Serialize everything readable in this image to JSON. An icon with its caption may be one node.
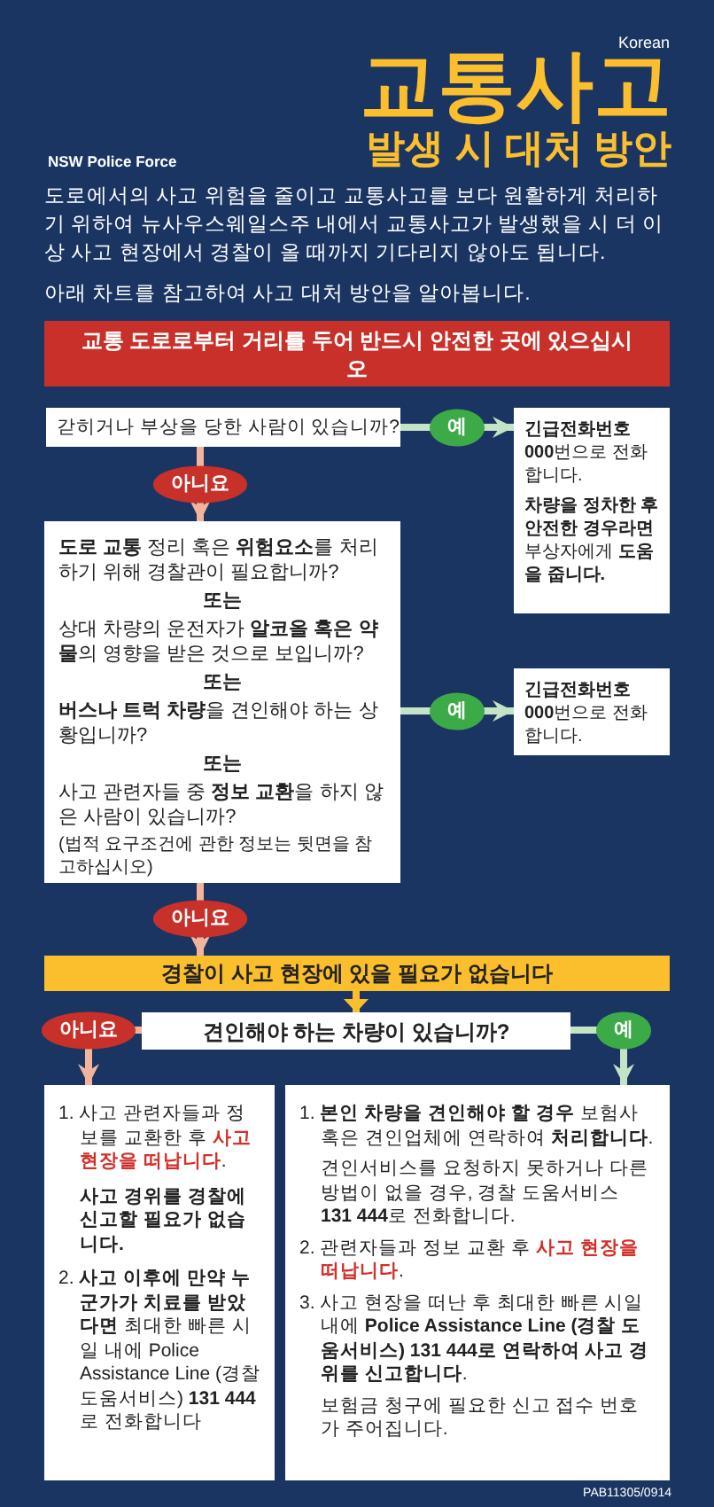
{
  "diagram": {
    "title": "교통사고",
    "nodes": [
      {
        "text": [
          "교통 도로로부터 거리를 두어 반드시 안전한 곳에 있으십시오"
        ]
      },
      {
        "text": [
          "갇히거나 부상을 당한 사람이 있습니까?"
        ]
      },
      {
        "text": [
          "**긴급전화번호 000**번으로 전화합니다.",
          "**차량을 정차한 후 안전한 경우라면** 부상자에게 **도움을 줍니다.**"
        ]
      },
      {
        "text": [
          "**도로 교통** 정리 혹은 **위험요소**를 처리하기 위해 경찰관이 필요합니까?",
          "또는",
          "상대 차량의 운전자가 **알코올 혹은 약물**의 영향을 받은 것으로 보입니까?",
          "또는",
          "**버스나 트럭 차량**을 견인해야 하는 상황입니까?",
          "또는",
          "사고 관련자들 중 **정보 교환**을 하지 않은 사람이 있습니까?",
          "(법적 요구조건에 관한 정보는 뒷면을 참고하십시오)"
        ]
      },
      {
        "text": [
          "**긴급전화번호 000**번으로 전화합니다."
        ]
      },
      {
        "text": [
          "경찰이 사고 현장에 있을 필요가 없습니다"
        ]
      },
      {
        "text": [
          "견인해야 하는 차량이 있습니까?"
        ]
      },
      {
        "text": [
          "1. 사고 관련자들과 정보를 교환한 후 **사고 현장을 떠납니다**.",
          "사고 경위를 경찰에 신고할 필요가 없습니다.",
          "2. **사고 이후에 만약 누군가가 치료를 받았다면** 최대한 빠른 시일 내에 Police Assistance Line (경찰 도움서비스) **131 444**로 전화합니다"
        ]
      },
      {
        "text": [
          "1. **본인 차량을 견인해야 할 경우** 보험사 혹은 견인업체에 연락하여 **처리합니다**.",
          "견인서비스를 요청하지 못하거나 다른 방법이 없을 경우, 경찰 도움서비스 **131 444**로 전화합니다.",
          "2. 관련자들과 정보 교환 후 **사고 현장을 떠납니다**.",
          "3. 사고 현장을 떠난 후 최대한 빠른 시일 내에 **Police Assistance Line (경찰 도움서비스) 131 444로 연락하여 사고 경위를 신고합니다**.",
          "보험금 청구에 필요한 신고 접수 번호가 주어집니다."
        ]
      }
    ],
    "edges": [
      {
        "from": 1,
        "to": 2,
        "arrow": "to",
        "label": "예",
        "color": "#c5e3c6"
      },
      {
        "from": 1,
        "to": 3,
        "arrow": "to",
        "label": "아니요",
        "color": "#f2b49c"
      },
      {
        "from": 3,
        "to": 4,
        "arrow": "to",
        "label": "예",
        "color": "#c5e3c6"
      },
      {
        "from": 3,
        "to": 5,
        "arrow": "to",
        "label": "아니요",
        "color": "#f2b49c"
      },
      {
        "from": 5,
        "to": 6,
        "arrow": "to",
        "color": "#fbbf2d"
      },
      {
        "from": 6,
        "to": 7,
        "arrow": "to",
        "label": "아니요",
        "color": "#f2b49c"
      },
      {
        "from": 6,
        "to": 8,
        "arrow": "to",
        "label": "예",
        "color": "#c5e3c6"
      }
    ],
    "labels": [
      "NSW Police Force",
      "Korean",
      "발생 시 대처 방안",
      "도로에서의 사고 위험을 줄이고 교통사고를 보다 원활하게 처리하기 위하여 뉴사우스웨일스주 내에서 교통사고가 발생했을 시 더 이상 사고 현장에서 경찰이 올 때까지 기다리지 않아도 됩니다.",
      "아래 차트를 참고하여 사고 대처 방안을 알아봅니다.",
      "PAB11305/0914"
    ]
  }
}
